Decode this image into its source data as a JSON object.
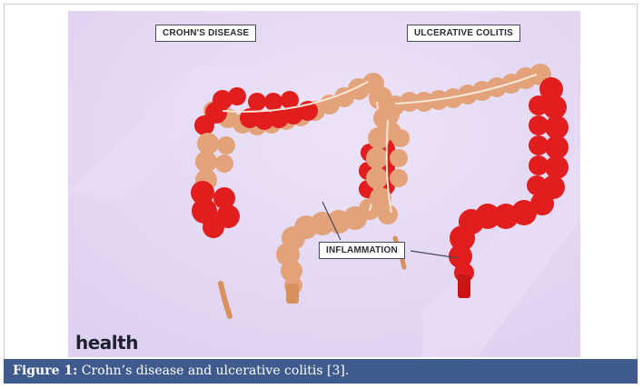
{
  "figure": {
    "label_left": "CROHN'S DISEASE",
    "label_right": "ULCERATIVE COLITIS",
    "callout": "INFLAMMATION",
    "brand": "health",
    "colors": {
      "background": "#e3d6f3",
      "healthy": "#e3a37a",
      "inflamed": "#e11d1d",
      "caption_bar": "#3f5a8c"
    }
  },
  "caption": {
    "prefix": "Figure 1:",
    "text": " Crohn’s disease and ulcerative colitis [3]."
  }
}
